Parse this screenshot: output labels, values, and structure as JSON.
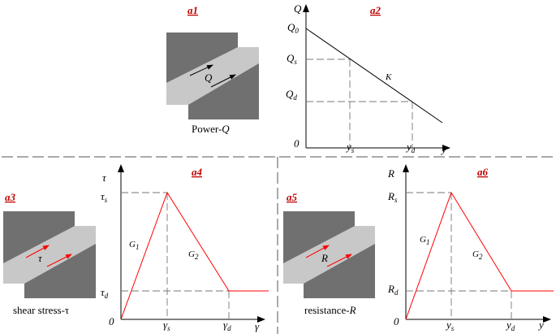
{
  "panels": {
    "a1": {
      "tag": "a1",
      "block_label": "Q",
      "caption_prefix": "Power-",
      "caption_var": "Q"
    },
    "a2": {
      "tag": "a2",
      "y_axis": "Q",
      "x_axis": "y",
      "origin": "0",
      "q0": "Q",
      "q0_sub": "0",
      "qs": "Q",
      "qs_sub": "s",
      "qd": "Q",
      "qd_sub": "d",
      "ys": "y",
      "ys_sub": "s",
      "yd": "y",
      "yd_sub": "d",
      "line_label": "K"
    },
    "a3": {
      "tag": "a3",
      "block_label": "τ",
      "caption": "shear stress-τ"
    },
    "a4": {
      "tag": "a4",
      "y_axis": "τ",
      "x_axis": "γ",
      "origin": "0",
      "taus": "τ",
      "taus_sub": "s",
      "taud": "τ",
      "taud_sub": "d",
      "gs": "γ",
      "gs_sub": "s",
      "gd": "γ",
      "gd_sub": "d",
      "g1": "G",
      "g1_sub": "1",
      "g2": "G",
      "g2_sub": "2"
    },
    "a5": {
      "tag": "a5",
      "block_label": "R",
      "caption_prefix": "resistance-",
      "caption_var": "R"
    },
    "a6": {
      "tag": "a6",
      "y_axis": "R",
      "x_axis": "y",
      "origin": "0",
      "rs": "R",
      "rs_sub": "s",
      "rd": "R",
      "rd_sub": "d",
      "ys": "y",
      "ys_sub": "s",
      "yd": "y",
      "yd_sub": "d",
      "g1": "G",
      "g1_sub": "1",
      "g2": "G",
      "g2_sub": "2"
    }
  },
  "colors": {
    "block_dark": "#707070",
    "block_light": "#c8c8c8",
    "curve": "#ff0000",
    "tag": "#c00000"
  }
}
